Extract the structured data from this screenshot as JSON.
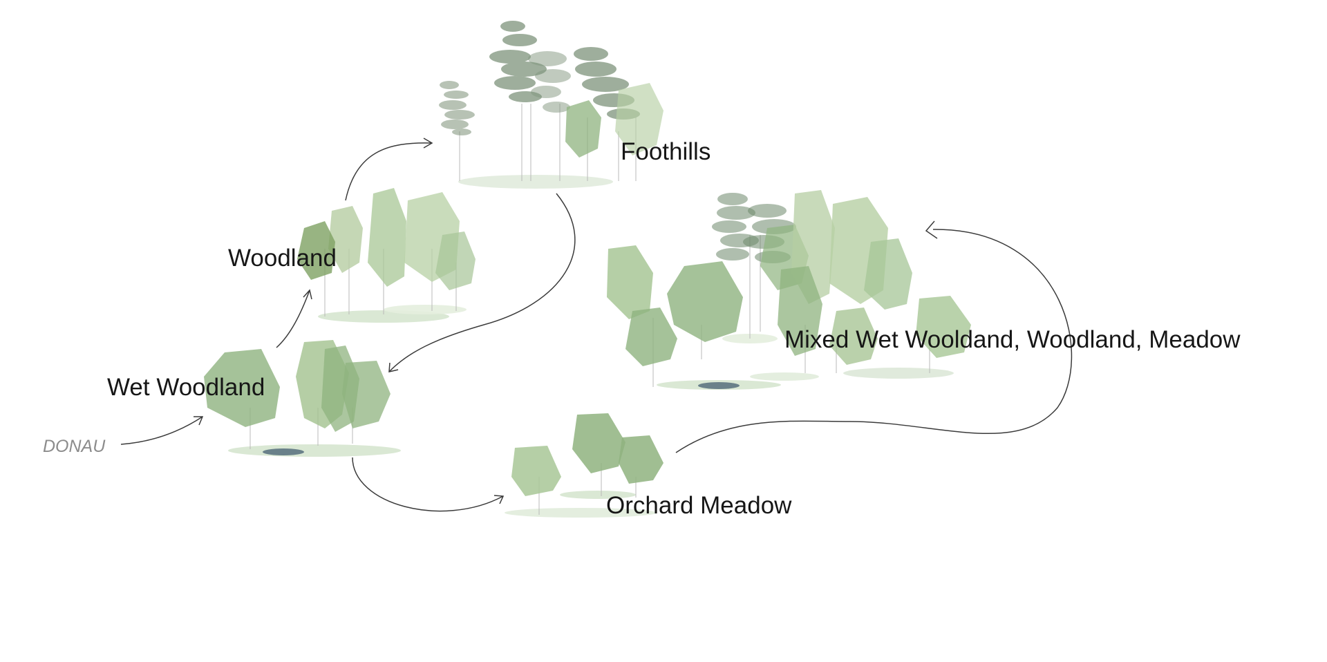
{
  "labels": {
    "foothills": "Foothills",
    "woodland": "Woodland",
    "wet_woodland": "Wet Woodland",
    "donau": "DONAU",
    "orchard_meadow": "Orchard Meadow",
    "mixed": "Mixed Wet Wooldand, Woodland, Meadow"
  },
  "colors": {
    "tree_light": "#a8c796",
    "tree_mid": "#8fb37f",
    "tree_dark": "#7f9e6e",
    "conifer": "#6f8a6c",
    "ground": "#d6e6cf",
    "water": "#5d7582",
    "arrow": "#3a3a3a"
  }
}
